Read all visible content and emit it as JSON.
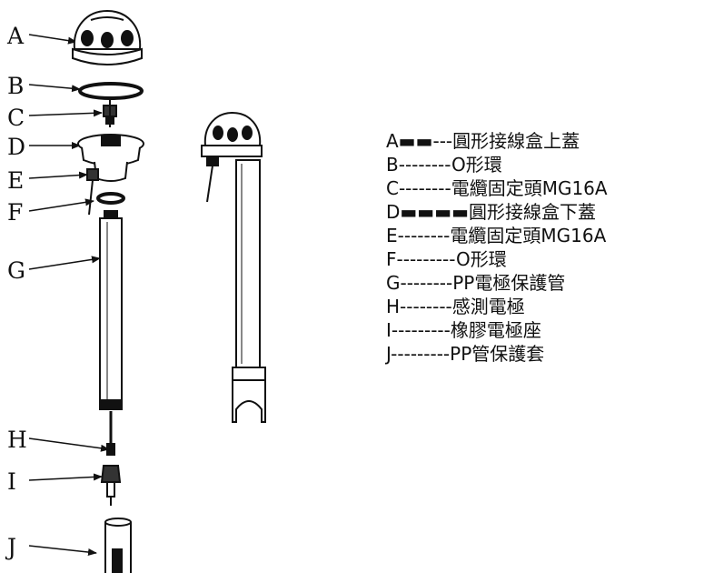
{
  "callout_letters": [
    "A",
    "B",
    "C",
    "D",
    "E",
    "F",
    "G",
    "H",
    "I",
    "J"
  ],
  "legend": [
    {
      "text": "A▬▬---圓形接線盒上蓋"
    },
    {
      "text": "B--------O形環"
    },
    {
      "text": "C--------電纜固定頭MG16A"
    },
    {
      "text": "D▬▬▬▬圓形接線盒下蓋"
    },
    {
      "text": "E--------電纜固定頭MG16A"
    },
    {
      "text": "F---------O形環"
    },
    {
      "text": "G--------PP電極保護管"
    },
    {
      "text": "H--------感測電極"
    },
    {
      "text": "I---------橡膠電極座"
    },
    {
      "text": "J---------PP管保護套"
    }
  ]
}
